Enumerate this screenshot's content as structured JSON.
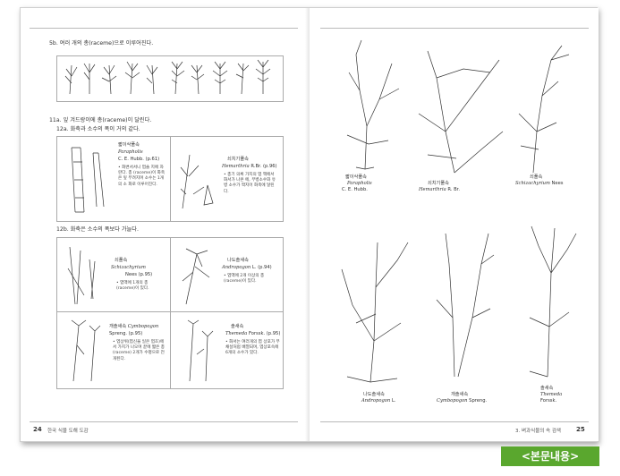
{
  "left_page": {
    "key_5b": "5b. 여러 개의 총(raceme)으로 이루어진다.",
    "key_11a": "11a. 잎 겨드랑이에 총(raceme)이 달린다.",
    "key_12a": "12a. 화축과 소수의 폭이 거의 같다.",
    "key_12b": "12b. 화축은 소수의 폭보다 가늘다.",
    "cards": [
      {
        "name_ko": "짧이삭풀속",
        "sci": "Parapholis",
        "author": "C. E. Hubb. (p.61)",
        "bullet": "• 화변서서니 엽솔 지에 자란다. 총 (raceme)이 화축 은 잎 부려지며 소수는 1개의 소 화로 이루어진다."
      },
      {
        "name_ko": "쇠치기풀속",
        "sci": "Hemarthria",
        "author": "R.Br. (p.96)",
        "bullet": "• 총기 의록 가지의 엽 액에서 화서가 나온 에, 무병소수와 유병 소수가 짝지어 화축에 달린다."
      },
      {
        "name_ko": "쇠풀속",
        "sci": "Schizachyrium",
        "author": "Nees (p.95)",
        "bullet": "• 엽액에 1개의 총 (raceme)이 있다."
      },
      {
        "name_ko": "나도솔새속",
        "sci": "Andropogon",
        "author": "L. (p.94)",
        "bullet": "• 엽액에 2개 이상의 총(raceme)이 있다."
      },
      {
        "name_ko": "개솔새속",
        "sci": "Cymbopogon",
        "author": "Spreng. (p.95)",
        "bullet": "• 엽상위(엽신을 일은 엽초)에서 가지가 나오며 끝에 짧은 총(raceme) 2개가 수평으로 전개된다."
      },
      {
        "name_ko": "솔새속",
        "sci": "Themeda",
        "author": "Forssk. (p.95)",
        "bullet": "• 화서는 여러개의 엽 상포가 부채살처럼 배열되며, 엽상포속에 6개의 소수가 있다."
      }
    ],
    "footer_num": "24",
    "footer_title": "한국 식물 도해 도감"
  },
  "right_page": {
    "captions": [
      {
        "ko": "짧이삭풀속",
        "sci": "Parapholis",
        "author": "C. E. Hubb."
      },
      {
        "ko": "쇠치기풀속",
        "sci": "Hemarthria",
        "author": "R. Br."
      },
      {
        "ko": "쇠풀속",
        "sci": "Schizachyrium",
        "author": "Nees"
      },
      {
        "ko": "나도솔새속",
        "sci": "Andropogon",
        "author": "L."
      },
      {
        "ko": "개솔새속",
        "sci": "Cymbopogon",
        "author": "Spreng."
      },
      {
        "ko": "솔새속",
        "sci": "Themeda",
        "author": "Forssk."
      }
    ],
    "footer_num": "25",
    "footer_title": "3. 벼과식물의 속 검색"
  },
  "badge": "<본문내용>",
  "colors": {
    "badge": "#5aa72e",
    "ink": "#333333"
  }
}
